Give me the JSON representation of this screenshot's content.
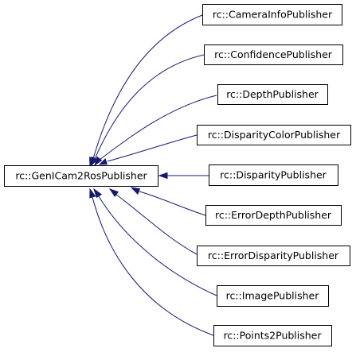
{
  "diagram": {
    "base": {
      "label": "rc::GenICam2RosPublisher"
    },
    "children": [
      {
        "label": "rc::CameraInfoPublisher"
      },
      {
        "label": "rc::ConfidencePublisher"
      },
      {
        "label": "rc::DepthPublisher"
      },
      {
        "label": "rc::DisparityColorPublisher"
      },
      {
        "label": "rc::DisparityPublisher"
      },
      {
        "label": "rc::ErrorDepthPublisher"
      },
      {
        "label": "rc::ErrorDisparityPublisher"
      },
      {
        "label": "rc::ImagePublisher"
      },
      {
        "label": "rc::Points2Publisher"
      }
    ],
    "colors": {
      "edge": "#191970",
      "box_border": "#000000",
      "background": "#ffffff"
    }
  }
}
